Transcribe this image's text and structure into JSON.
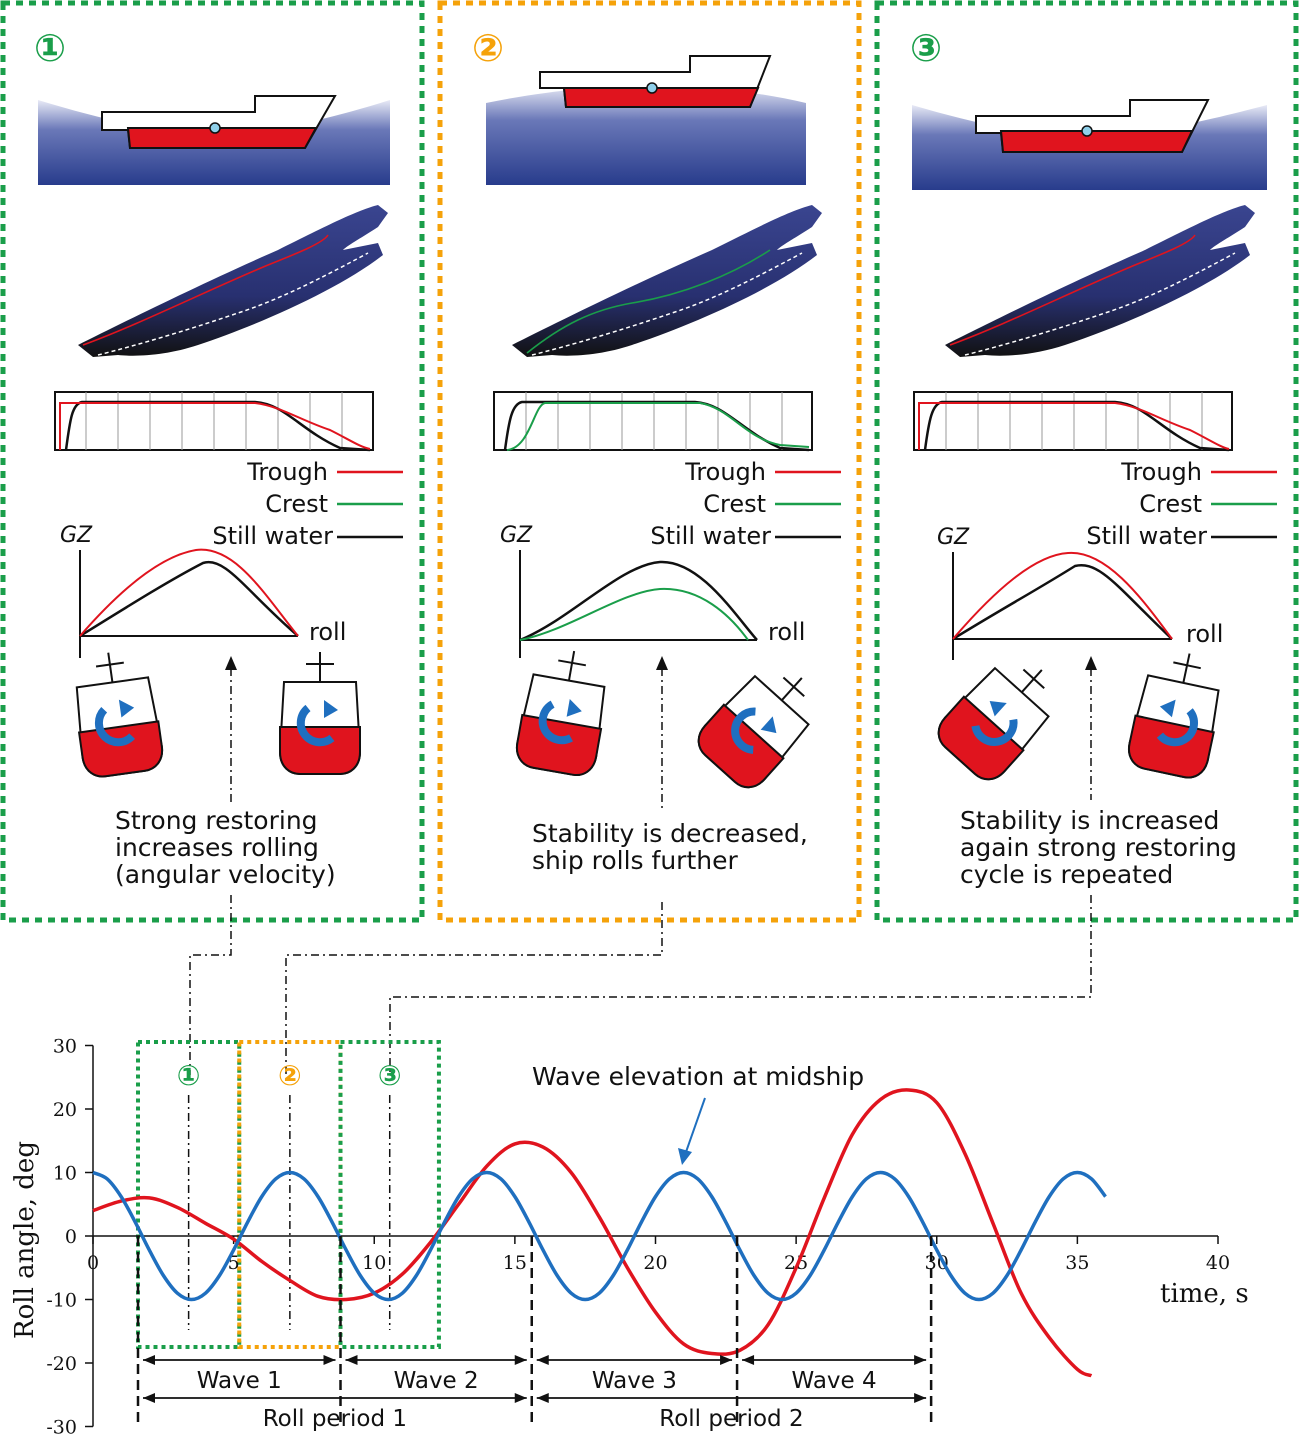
{
  "panels": [
    {
      "number": "①",
      "frame_color": "#1a9e4a",
      "legend": {
        "trough": "Trough",
        "crest": "Crest",
        "still": "Still water"
      },
      "gz_label": "GZ",
      "roll_label": "roll",
      "caption": [
        "Strong restoring",
        "increases rolling",
        "(angular velocity)"
      ]
    },
    {
      "number": "②",
      "frame_color": "#f5a20a",
      "legend": {
        "trough": "Trough",
        "crest": "Crest",
        "still": "Still water"
      },
      "gz_label": "GZ",
      "roll_label": "roll",
      "caption": [
        "Stability is decreased,",
        "ship rolls further"
      ]
    },
    {
      "number": "③",
      "frame_color": "#1a9e4a",
      "legend": {
        "trough": "Trough",
        "crest": "Crest",
        "still": "Still water"
      },
      "gz_label": "GZ",
      "roll_label": "roll",
      "caption": [
        "Stability is increased",
        "again strong restoring",
        "cycle is repeated"
      ]
    }
  ],
  "colors": {
    "trough": "#e0141e",
    "crest": "#1a9e4a",
    "still": "#111111",
    "sea": "#283c8c",
    "hull_red": "#e0141e",
    "roll_series": "#e0141e",
    "wave_series": "#1f6fbf",
    "green_frame": "#1a9e4a",
    "orange_frame": "#f5a20a"
  },
  "chart_data": {
    "type": "line",
    "xlabel": "time, s",
    "ylabel": "Roll angle, deg",
    "xlim": [
      0,
      40
    ],
    "ylim": [
      -30,
      30
    ],
    "x_ticks": [
      0,
      5,
      10,
      15,
      20,
      25,
      30,
      35,
      40
    ],
    "y_ticks": [
      30,
      20,
      10,
      0,
      -10,
      -20,
      -30
    ],
    "annotation": "Wave elevation at midship",
    "zone_labels": [
      "①",
      "②",
      "③"
    ],
    "zones": [
      [
        1.6,
        5.2
      ],
      [
        5.2,
        8.8
      ],
      [
        8.8,
        12.3
      ]
    ],
    "wave_boundaries": [
      1.6,
      8.8,
      15.6,
      22.9,
      29.8
    ],
    "wave_labels": [
      "Wave 1",
      "Wave 2",
      "Wave 3",
      "Wave 4"
    ],
    "period_labels": [
      "Roll period 1",
      "Roll period 2"
    ],
    "series": [
      {
        "x": [
          0,
          1,
          2,
          3,
          4,
          5,
          6,
          7,
          8,
          9,
          10,
          11,
          12,
          13,
          14,
          15,
          16,
          17,
          18,
          19,
          20,
          21,
          22,
          23,
          24,
          25,
          26,
          27,
          28,
          29,
          30,
          31,
          32,
          33,
          34,
          35,
          35.5
        ],
        "y": [
          4,
          5.5,
          6,
          4.5,
          2,
          -0.5,
          -4,
          -7,
          -9.5,
          -10,
          -9,
          -6,
          -1,
          5,
          11,
          14.5,
          14,
          10,
          3,
          -5,
          -12,
          -17,
          -18.5,
          -18,
          -14,
          -5,
          6,
          16,
          21.5,
          23,
          21,
          13,
          2,
          -9,
          -16,
          -21,
          -22
        ]
      },
      {
        "x": [
          0,
          0.5,
          1,
          1.5,
          2,
          2.5,
          3,
          3.5,
          4,
          4.5,
          5,
          5.5,
          6,
          6.5,
          7,
          7.5,
          8,
          8.5,
          9,
          9.5,
          10,
          10.5,
          11,
          11.5,
          12,
          12.5,
          13,
          13.5,
          14,
          14.5,
          15,
          15.5,
          16,
          16.5,
          17,
          17.5,
          18,
          18.5,
          19,
          19.5,
          20,
          20.5,
          21,
          21.5,
          22,
          22.5,
          23,
          23.5,
          24,
          24.5,
          25,
          25.5,
          26,
          26.5,
          27,
          27.5,
          28,
          28.5,
          29,
          29.5,
          30,
          30.5,
          31,
          31.5,
          32,
          32.5,
          33,
          33.5,
          34,
          34.5,
          35,
          35.5,
          36
        ],
        "y": [
          10,
          9.0,
          6.2,
          2.2,
          -2.2,
          -6.2,
          -9.0,
          -10,
          -9.0,
          -6.2,
          -2.2,
          2.2,
          6.2,
          9.0,
          10,
          9.0,
          6.2,
          2.2,
          -2.2,
          -6.2,
          -9.0,
          -10,
          -9.0,
          -6.2,
          -2.2,
          2.2,
          6.2,
          9.0,
          10,
          9.0,
          6.2,
          2.2,
          -2.2,
          -6.2,
          -9.0,
          -10,
          -9.0,
          -6.2,
          -2.2,
          2.2,
          6.2,
          9.0,
          10,
          9.0,
          6.2,
          2.2,
          -2.2,
          -6.2,
          -9.0,
          -10,
          -9.0,
          -6.2,
          -2.2,
          2.2,
          6.2,
          9.0,
          10,
          9.0,
          6.2,
          2.2,
          -2.2,
          -6.2,
          -9.0,
          -10,
          -9.0,
          -6.2,
          -2.2,
          2.2,
          6.2,
          9.0,
          10,
          9.0,
          6.2
        ]
      }
    ]
  }
}
